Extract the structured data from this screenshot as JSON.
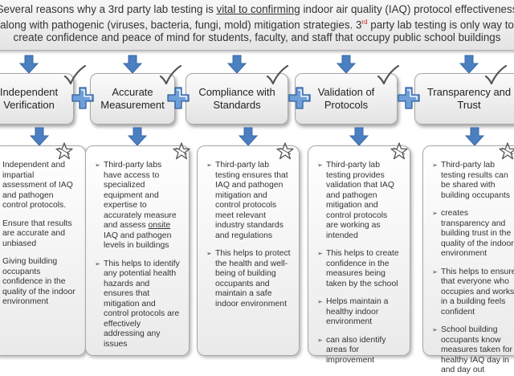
{
  "banner": {
    "line1_pre": "Several reasons why a 3rd party lab testing is ",
    "line1_underlined": "vital to confirming",
    "line1_post": " indoor air quality (IAQ) protocol effectiveness",
    "line2_pre": "along with pathogenic (viruses, bacteria, fungi, mold) mitigation strategies.  3",
    "line2_sup": "rd",
    "line2_post": " party lab testing is only way to",
    "line3": "create confidence and peace of mind for students, faculty, and staff that occupy public school buildings"
  },
  "steps": [
    {
      "title": "Independent Verification",
      "bulleted": false,
      "points": [
        "Independent and impartial assessment of IAQ and pathogen control protocols.",
        "Ensure that results are accurate and unbiased",
        "Giving building occupants confidence in the quality of the indoor environment"
      ]
    },
    {
      "title": "Accurate Measurement",
      "bulleted": true,
      "points": [
        {
          "pre": "Third-party labs have access to specialized equipment and expertise to accurately measure and assess ",
          "underlined": "onsite",
          "post": " IAQ and pathogen levels in buildings"
        },
        "This helps to identify any potential health hazards and ensures that mitigation and control protocols are effectively addressing any issues"
      ]
    },
    {
      "title": "Compliance with Standards",
      "bulleted": true,
      "points": [
        "Third-party lab testing ensures that IAQ and pathogen mitigation and control protocols meet relevant industry standards and regulations",
        "This helps to protect the health and well-being of building occupants and maintain a safe indoor environment"
      ]
    },
    {
      "title": "Validation of Protocols",
      "bulleted": true,
      "points": [
        "Third-party lab testing provides validation that IAQ and pathogen mitigation and control protocols are working as intended",
        "This helps to create confidence in the measures being taken by the school",
        "Helps maintain a healthy indoor environment",
        "can also identify areas for improvement"
      ]
    },
    {
      "title": "Transparency and Trust",
      "bulleted": true,
      "points": [
        "Third-party lab testing results can be shared with building occupants",
        "creates transparency and building trust in the quality of the indoor environment",
        "This helps to ensure that everyone who occupies and works in a building feels confident",
        "School building occupants know measures taken for healthy IAQ day in and day out"
      ]
    }
  ],
  "colors": {
    "arrow": "#4a7fc1",
    "plus_fill": "#6f9fd8",
    "plus_outline": "#2f5f9f",
    "banner_highlight": "#d42020"
  },
  "icons": {
    "check": "checkmark-icon",
    "star": "hand-drawn-star-icon",
    "plus": "plus-icon",
    "arrow": "down-arrow-icon"
  }
}
